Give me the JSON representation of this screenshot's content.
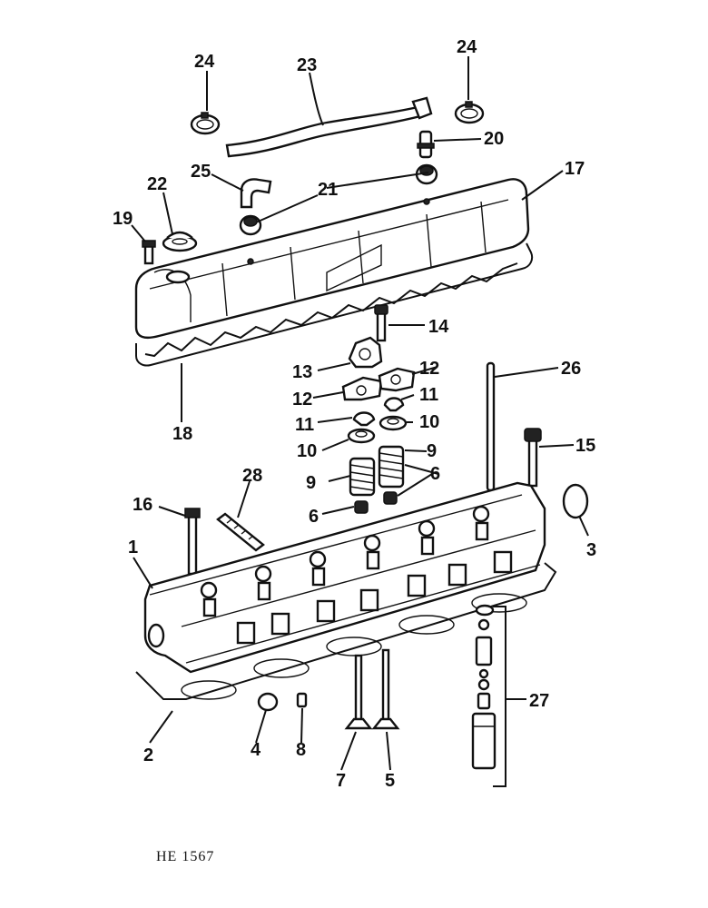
{
  "figure_code": "HE 1567",
  "callouts": {
    "c1": "1",
    "c2": "2",
    "c3": "3",
    "c4": "4",
    "c5": "5",
    "c6a": "6",
    "c6b": "6",
    "c7": "7",
    "c8": "8",
    "c9a": "9",
    "c9b": "9",
    "c10a": "10",
    "c10b": "10",
    "c11a": "11",
    "c11b": "11",
    "c12a": "12",
    "c12b": "12",
    "c13": "13",
    "c14": "14",
    "c15": "15",
    "c16": "16",
    "c17": "17",
    "c18": "18",
    "c19": "19",
    "c20": "20",
    "c21": "21",
    "c22": "22",
    "c23": "23",
    "c24a": "24",
    "c24b": "24",
    "c25": "25",
    "c26": "26",
    "c27": "27",
    "c28": "28"
  }
}
